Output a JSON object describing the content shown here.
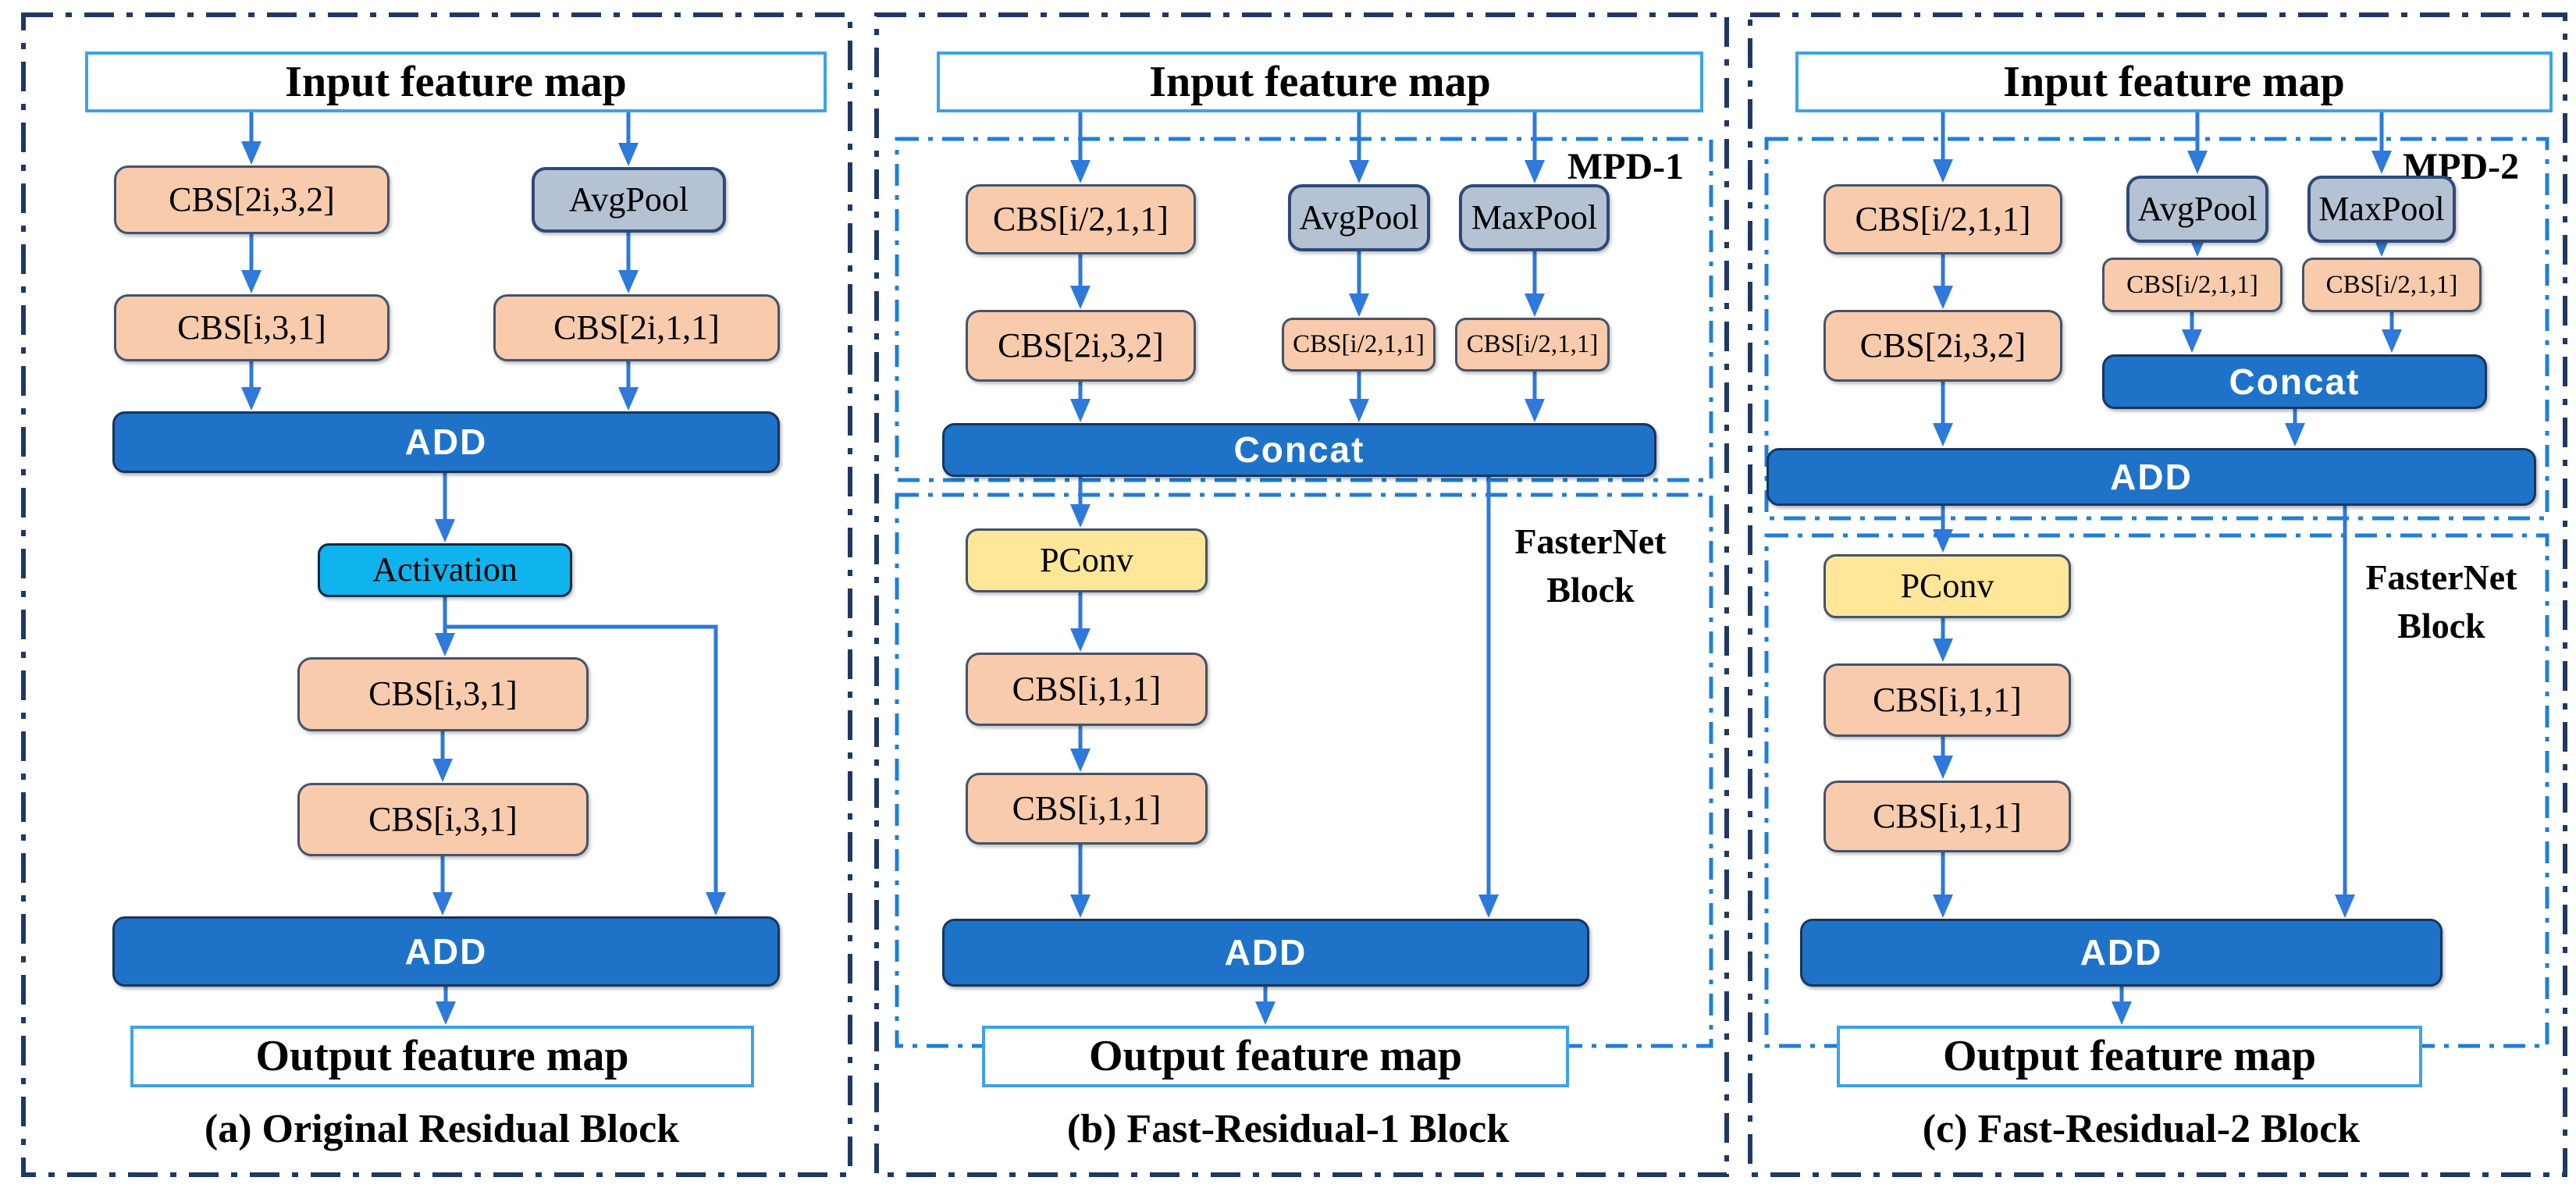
{
  "colors": {
    "panel_border": "#1F3864",
    "region_border": "#1E7FD8",
    "arrow": "#2E79D9",
    "io_border": "#3BA3E8",
    "cbs_fill": "#F8CBAD",
    "pool_fill": "#B4C2D3",
    "bar_fill": "#1E73C9",
    "activation_fill": "#0FB4EE",
    "pconv_fill": "#FFE699",
    "node_border": "#44546A",
    "text": "#000000"
  },
  "panels": [
    {
      "caption": "(a)  Original Residual Block",
      "nodes": {
        "input": "Input feature map",
        "cbs1": "CBS[2i,3,2]",
        "avgpool": "AvgPool",
        "cbs2": "CBS[i,3,1]",
        "cbs3": "CBS[2i,1,1]",
        "add1": "ADD",
        "activation": "Activation",
        "cbs4": "CBS[i,3,1]",
        "cbs5": "CBS[i,3,1]",
        "add2": "ADD",
        "output": "Output feature map"
      }
    },
    {
      "caption": "(b)  Fast-Residual-1 Block",
      "regions": {
        "mpd": "MPD-1",
        "fasternet": "FasterNet Block"
      },
      "nodes": {
        "input": "Input feature map",
        "cbs1": "CBS[i/2,1,1]",
        "avgpool": "AvgPool",
        "maxpool": "MaxPool",
        "cbs2": "CBS[2i,3,2]",
        "cbs3": "CBS[i/2,1,1]",
        "cbs4": "CBS[i/2,1,1]",
        "concat": "Concat",
        "pconv": "PConv",
        "cbs5": "CBS[i,1,1]",
        "cbs6": "CBS[i,1,1]",
        "add": "ADD",
        "output": "Output feature map"
      }
    },
    {
      "caption": "(c)  Fast-Residual-2 Block",
      "regions": {
        "mpd": "MPD-2",
        "fasternet": "FasterNet Block"
      },
      "nodes": {
        "input": "Input feature map",
        "cbs1": "CBS[i/2,1,1]",
        "avgpool": "AvgPool",
        "maxpool": "MaxPool",
        "cbs2": "CBS[2i,3,2]",
        "cbs3": "CBS[i/2,1,1]",
        "cbs4": "CBS[i/2,1,1]",
        "concat": "Concat",
        "add1": "ADD",
        "pconv": "PConv",
        "cbs5": "CBS[i,1,1]",
        "cbs6": "CBS[i,1,1]",
        "add2": "ADD",
        "output": "Output feature map"
      }
    }
  ]
}
